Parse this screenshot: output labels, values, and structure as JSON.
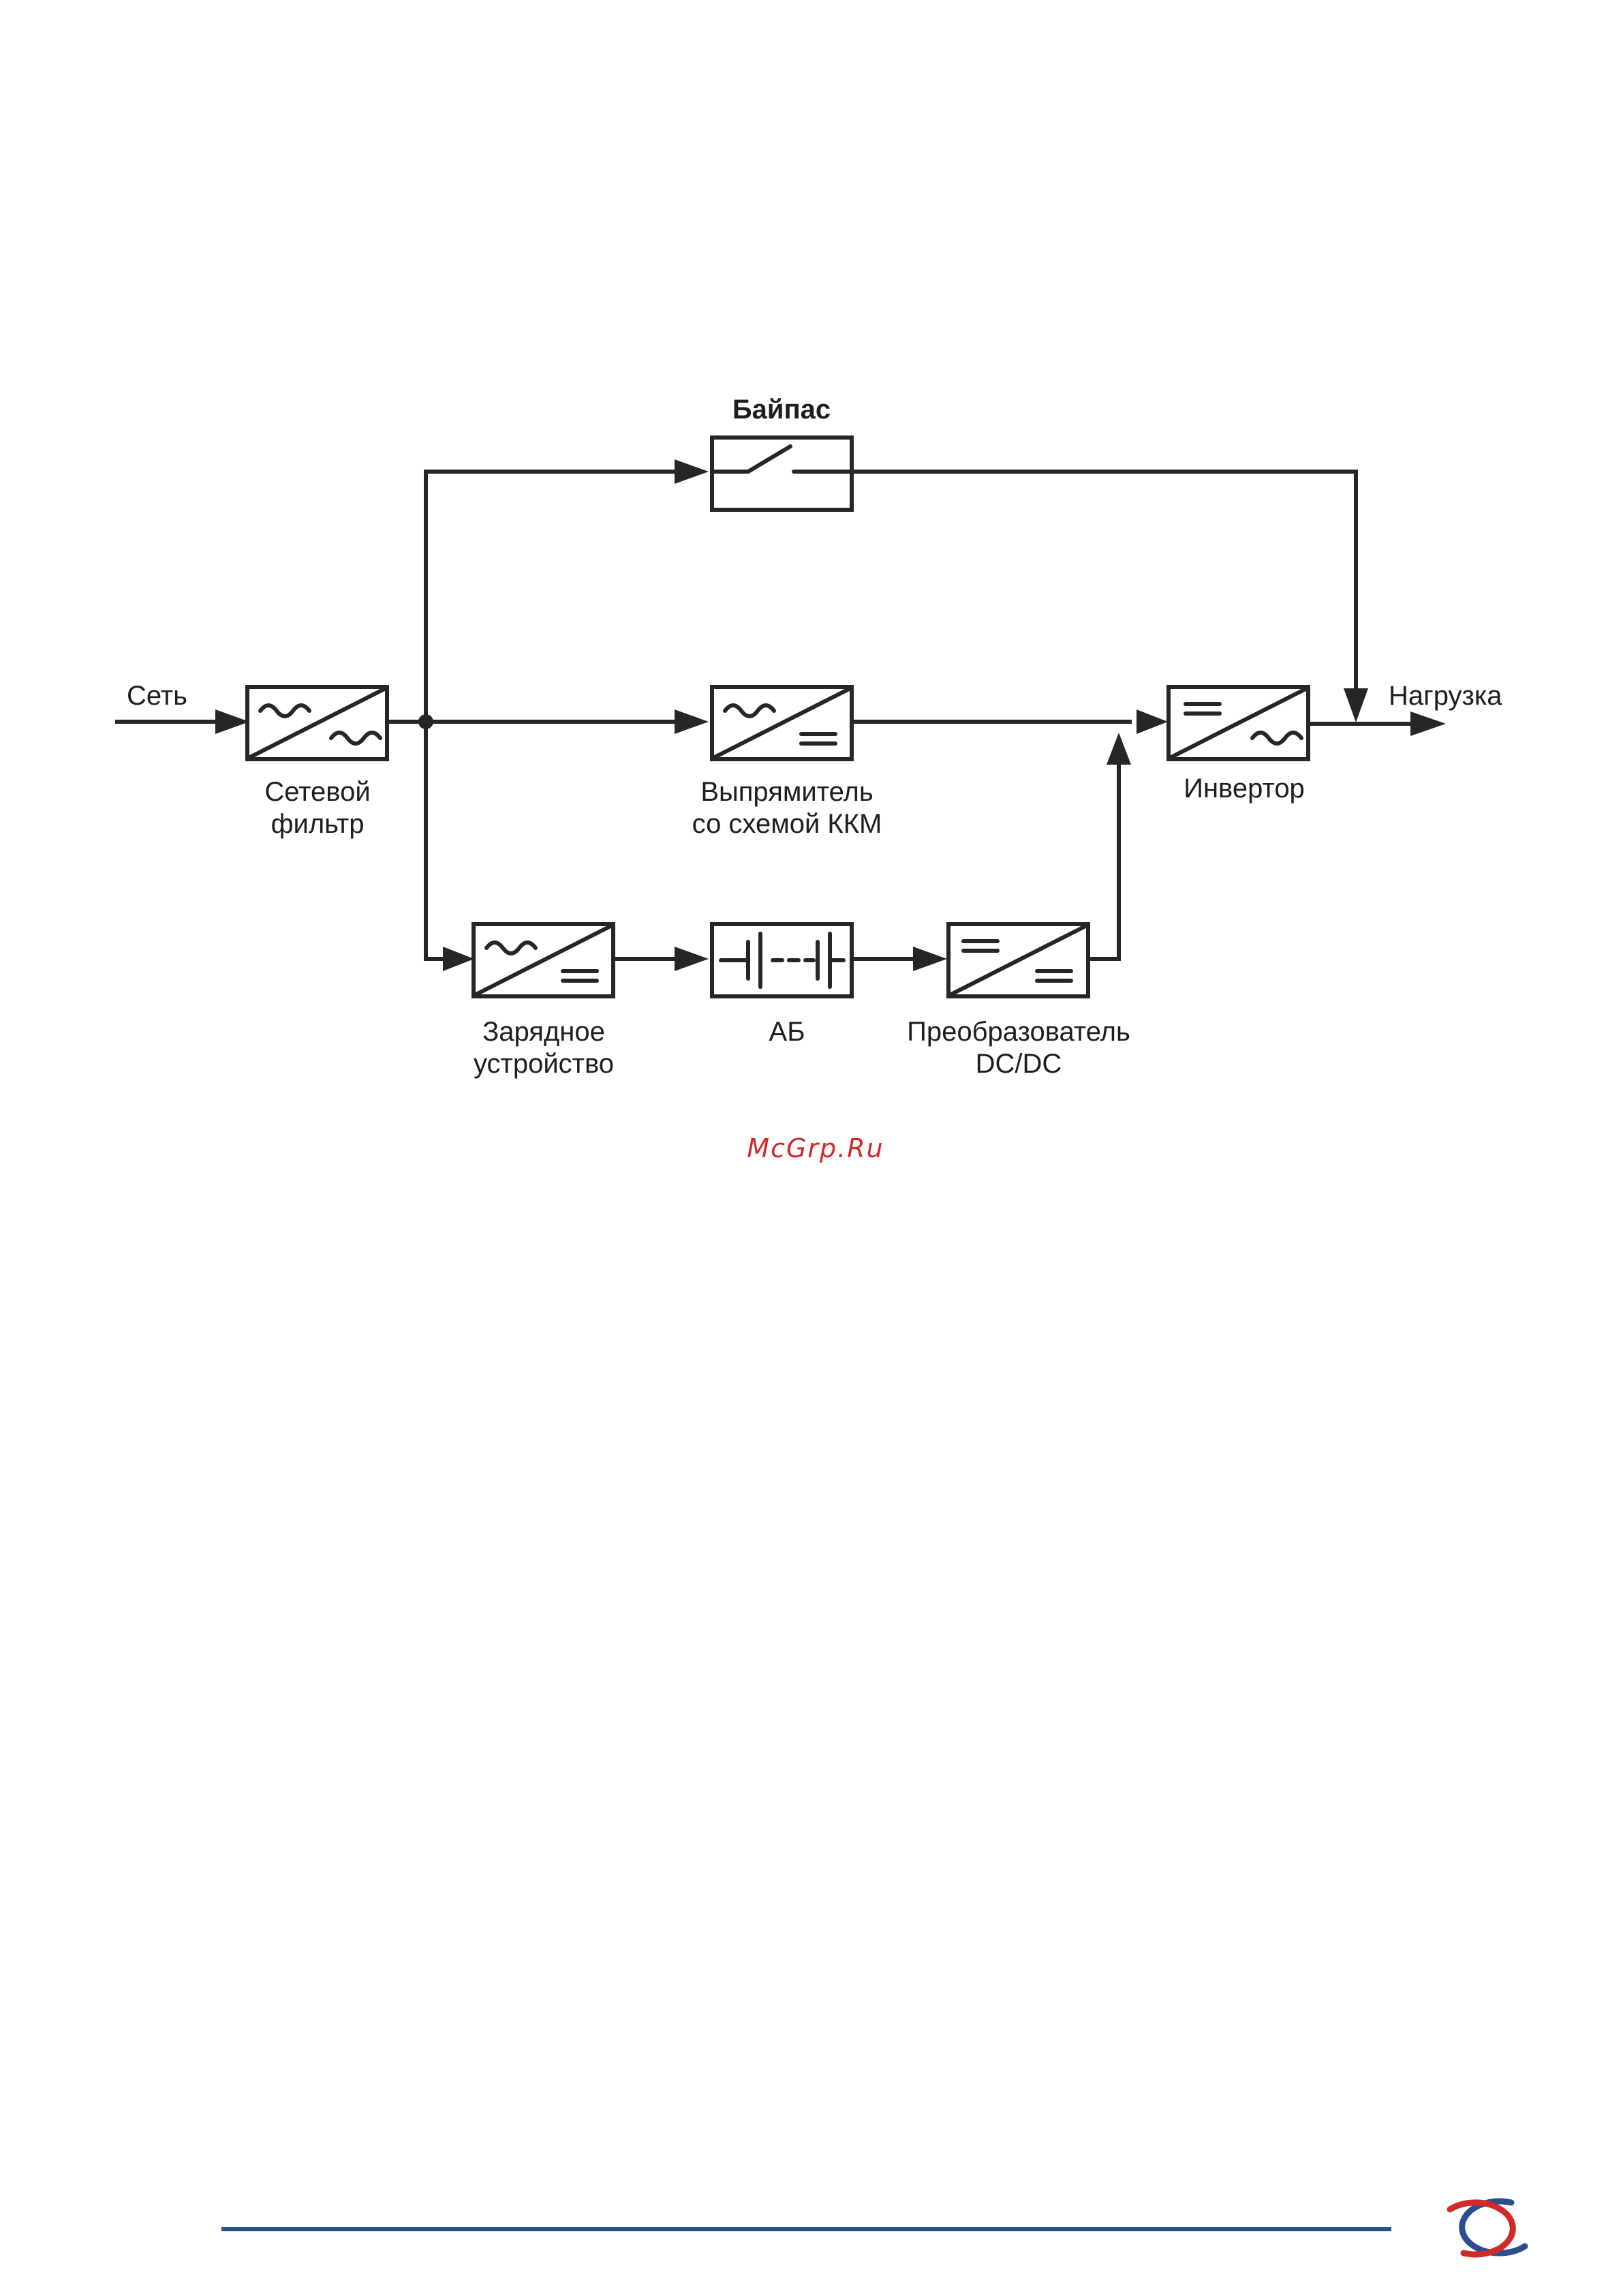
{
  "labels": {
    "input": "Сеть",
    "output": "Нагрузка",
    "bypass": "Байпас",
    "filter_line1": "Сетевой",
    "filter_line2": "фильтр",
    "rectifier_line1": "Выпрямитель",
    "rectifier_line2": "со схемой ККМ",
    "inverter": "Инвертор",
    "charger_line1": "Зарядное",
    "charger_line2": "устройство",
    "battery": "АБ",
    "converter_line1": "Преобразователь",
    "converter_line2": "DC/DC"
  },
  "watermark": "McGrp.Ru",
  "colors": {
    "line": "#262626",
    "footer_rule": "#2b4f8e",
    "logo_blue": "#2b4f8e",
    "logo_red": "#d02a2a",
    "watermark": "#d02a2a"
  },
  "icons": {
    "ac_ac": "ac-ac-converter-icon",
    "ac_dc": "ac-dc-converter-icon",
    "dc_ac": "dc-ac-converter-icon",
    "dc_dc": "dc-dc-converter-icon",
    "battery": "battery-icon",
    "switch": "bypass-switch-icon",
    "logo": "logo-icon"
  }
}
